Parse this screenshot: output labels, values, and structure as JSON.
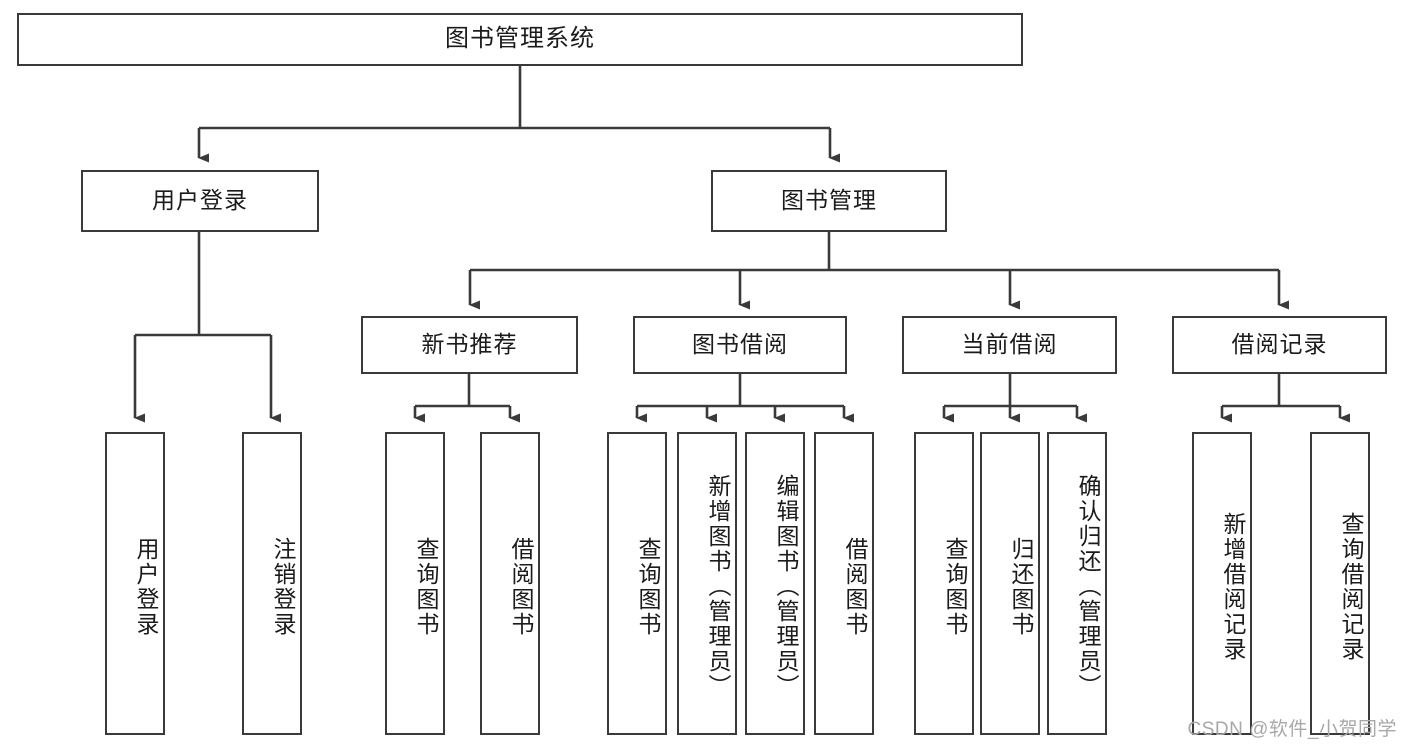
{
  "diagram": {
    "type": "tree",
    "title": "图书管理系统",
    "orientation": "top-down",
    "edge_style": "orthogonal-arrow",
    "colors": {
      "border": "#3a3a3a",
      "text": "#1b1b1b",
      "background": "#ffffff",
      "watermark": "#a8a8a8"
    },
    "root": {
      "label": "图书管理系统"
    },
    "level2": [
      {
        "label": "用户登录"
      },
      {
        "label": "图书管理"
      }
    ],
    "level3": [
      {
        "label": "新书推荐"
      },
      {
        "label": "图书借阅"
      },
      {
        "label": "当前借阅"
      },
      {
        "label": "借阅记录"
      }
    ],
    "leaves": {
      "user_login": [
        {
          "label": "用户登录"
        },
        {
          "label": "注销登录"
        }
      ],
      "new_book_recommend": [
        {
          "label": "查询图书"
        },
        {
          "label": "借阅图书"
        }
      ],
      "book_borrow": [
        {
          "label": "查询图书"
        },
        {
          "label": "新增图书（管理员）"
        },
        {
          "label": "编辑图书（管理员）"
        },
        {
          "label": "借阅图书"
        }
      ],
      "current_borrow": [
        {
          "label": "查询图书"
        },
        {
          "label": "归还图书"
        },
        {
          "label": "确认归还（管理员）"
        }
      ],
      "borrow_record": [
        {
          "label": "新增借阅记录"
        },
        {
          "label": "查询借阅记录"
        }
      ]
    }
  },
  "watermark": {
    "text": "CSDN @软件_小贺同学"
  }
}
